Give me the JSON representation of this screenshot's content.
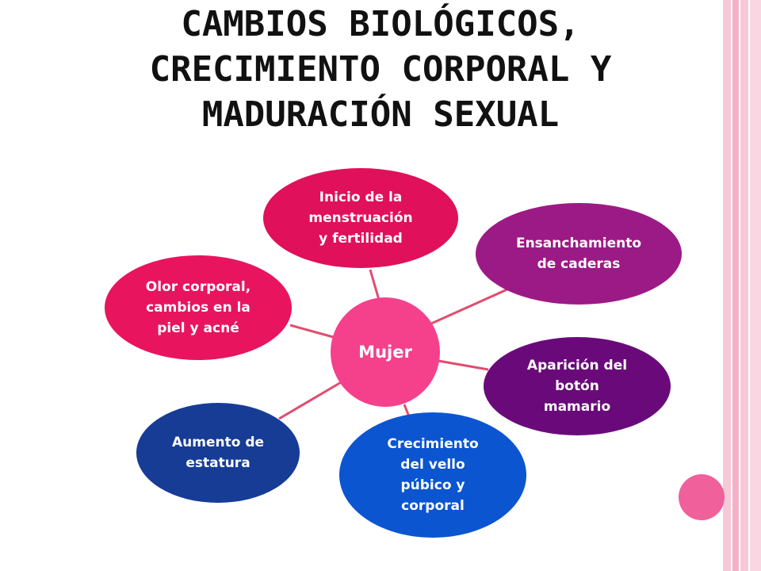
{
  "title": {
    "line1": "CAMBIOS BIOLÓGICOS,",
    "line2": "CRECIMIENTO CORPORAL Y",
    "line3": "MADURACIÓN SEXUAL"
  },
  "diagram": {
    "center": {
      "label": "Mujer",
      "color": "#f5408c",
      "text_color": "#ffffff"
    },
    "connector_color": "#e04d6e",
    "nodes": [
      {
        "id": "menstruacion",
        "label": "Inicio de la\nmenstruación\ny fertilidad",
        "color": "#e0105a",
        "text_color": "#ffffff"
      },
      {
        "id": "caderas",
        "label": "Ensanchamiento\nde caderas",
        "color": "#9c1a86",
        "text_color": "#ffffff"
      },
      {
        "id": "boton",
        "label": "Aparición del\nbotón\nmamario",
        "color": "#6a0a7a",
        "text_color": "#ffffff"
      },
      {
        "id": "vello",
        "label": "Crecimiento\ndel vello\npúbico y\ncorporal",
        "color": "#0b55d0",
        "text_color": "#ffffff"
      },
      {
        "id": "estatura",
        "label": "Aumento de\nestatura",
        "color": "#163c96",
        "text_color": "#ffffff"
      },
      {
        "id": "olor",
        "label": "Olor corporal,\ncambios en la\npiel y acné",
        "color": "#e8145e",
        "text_color": "#ffffff"
      }
    ]
  },
  "decoration": {
    "stripe_colors": [
      "#f7c8d8",
      "#f4b0c8",
      "#f9d6e2"
    ],
    "circle_color": "#f0609a"
  }
}
